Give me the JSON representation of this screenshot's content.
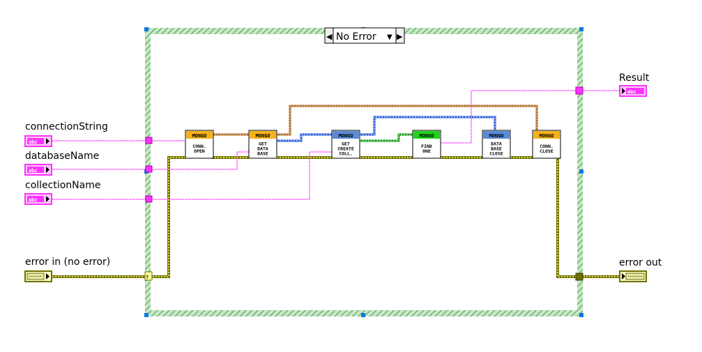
{
  "case_structure": {
    "selector_label": "No Error",
    "left_arrow": "◀",
    "right_arrow": "▶",
    "dropdown": "▼",
    "question_mark": "?"
  },
  "controls": {
    "connection_string": {
      "label": "connectionString",
      "glyph": "abc"
    },
    "database_name": {
      "label": "databaseName",
      "glyph": "abc"
    },
    "collection_name": {
      "label": "collectionName",
      "glyph": "abc"
    },
    "error_in": {
      "label": "error in (no error)"
    }
  },
  "indicators": {
    "result": {
      "label": "Result",
      "glyph": "abc"
    },
    "error_out": {
      "label": "error out"
    }
  },
  "subvis": [
    {
      "id": "conn-open",
      "header": "MONGO",
      "lines": [
        "CONN.",
        "OPEN"
      ],
      "color": "#f5b21a"
    },
    {
      "id": "get-database",
      "header": "MONGO",
      "lines": [
        "GET",
        "DATA",
        "BASE"
      ],
      "color": "#f5b21a"
    },
    {
      "id": "get-create-coll",
      "header": "MONGO",
      "lines": [
        "GET",
        "CREATE",
        "COLL."
      ],
      "color": "#5b8bd8"
    },
    {
      "id": "find-one",
      "header": "MONGO",
      "lines": [
        "FIND",
        "ONE"
      ],
      "color": "#22d31e"
    },
    {
      "id": "database-close",
      "header": "MONGO",
      "lines": [
        "DATA",
        "BASE",
        "CLOSE"
      ],
      "color": "#5b8bd8"
    },
    {
      "id": "conn-close",
      "header": "MONGO",
      "lines": [
        "CONN.",
        "CLOSE"
      ],
      "color": "#f5b21a"
    }
  ],
  "colors": {
    "string_wire": "#ff33ff",
    "error_wire": "#8a8a00",
    "error_wire_light": "#ffff66",
    "brown_wire": "#a86a2a",
    "blue_wire": "#2255dd",
    "green_wire": "#119911",
    "case_frame": "#a8d8a8",
    "case_frame_dark": "#4f9a4f",
    "tunnel_blue": "#0a7ae0"
  }
}
